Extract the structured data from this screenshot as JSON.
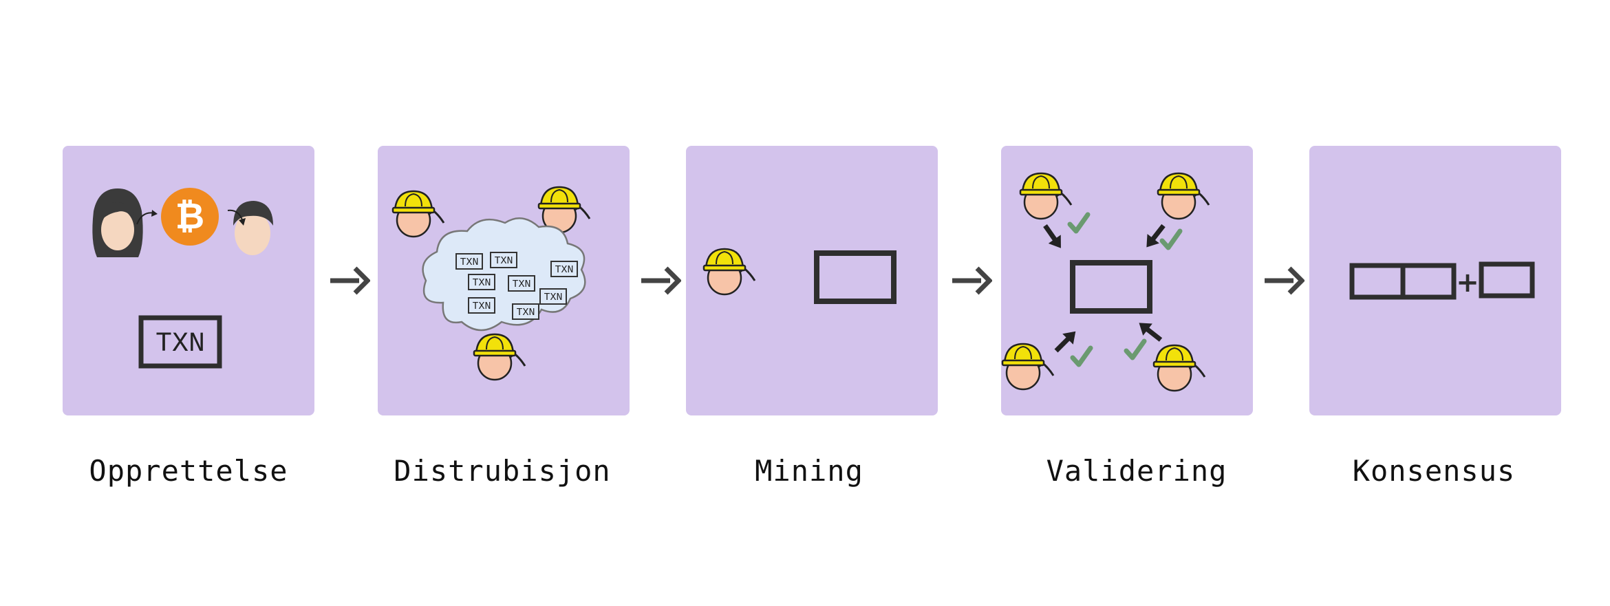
{
  "colors": {
    "panel": "#d3c3ec",
    "arrow": "#444444",
    "helmet": "#f2e10a",
    "skin": "#f7c4a8",
    "check": "#6a9a70",
    "block": "#2e2e2e",
    "coin": "#f08a1e",
    "cloud": "#dde9f8"
  },
  "steps": [
    {
      "label": "Opprettelse",
      "icons": [
        "person-woman-icon",
        "bitcoin-coin-icon",
        "person-man-icon",
        "transaction-box-icon"
      ]
    },
    {
      "label": "Distrubisjon",
      "icons": [
        "miner-icon",
        "network-cloud-icon"
      ]
    },
    {
      "label": "Mining",
      "icons": [
        "miner-icon",
        "block-icon"
      ]
    },
    {
      "label": "Validering",
      "icons": [
        "miner-icon",
        "checkmark-icon",
        "block-icon"
      ]
    },
    {
      "label": "Konsensus",
      "icons": [
        "blockchain-icon",
        "plus-icon",
        "block-icon"
      ]
    }
  ],
  "txn_text": "TXN",
  "bitcoin_symbol": "₿",
  "plus_symbol": "+"
}
